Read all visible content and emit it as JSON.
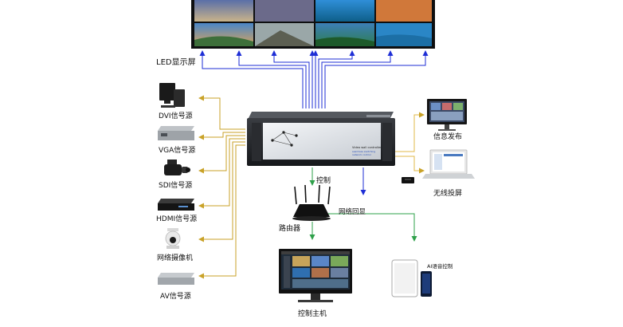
{
  "led_wall": {
    "label": "LED显示屏"
  },
  "sources": [
    {
      "label": "DVI信号源",
      "icon": "desktop-pc-icon"
    },
    {
      "label": "VGA信号源",
      "icon": "vga-box-icon"
    },
    {
      "label": "SDI信号源",
      "icon": "video-camera-icon"
    },
    {
      "label": "HDMI信号源",
      "icon": "hdmi-player-icon"
    },
    {
      "label": "网络摄像机",
      "icon": "ip-camera-icon"
    },
    {
      "label": "AV信号源",
      "icon": "av-box-icon"
    }
  ],
  "controller": {
    "line1": "Video wall controller",
    "line2": "seamless switching",
    "line3": "network control"
  },
  "outputs_right": [
    {
      "label": "信息发布",
      "icon": "monitor-icon"
    },
    {
      "label": "无线投屏",
      "icon": "laptop-icon"
    }
  ],
  "router": {
    "label": "路由器"
  },
  "control_link": {
    "label": "控制"
  },
  "network_echo": {
    "label": "网络回显"
  },
  "control_host": {
    "label": "控制主机"
  },
  "ai_voice": {
    "label": "AI语音控制"
  },
  "colors": {
    "source_line": "#c9a227",
    "output_line": "#1e2ed6",
    "network_line": "#2ea04a",
    "right_line": "#e0b84a"
  }
}
